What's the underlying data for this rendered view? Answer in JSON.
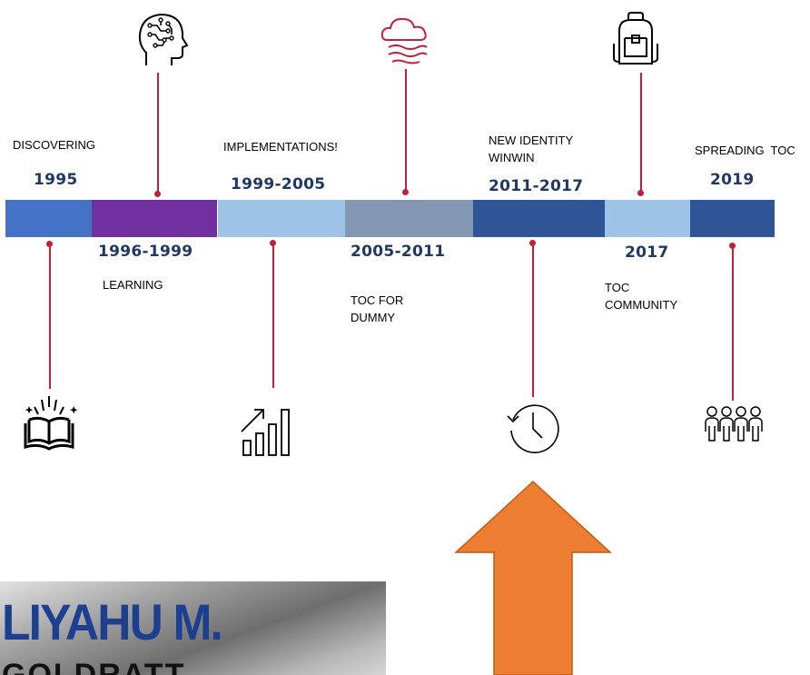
{
  "timeline": {
    "segments": [
      {
        "color": "#4472c4"
      },
      {
        "color": "#7030a0"
      },
      {
        "color": "#9dc3e6"
      },
      {
        "color": "#8497b0"
      },
      {
        "color": "#2f5597"
      },
      {
        "color": "#9dc3e6"
      },
      {
        "color": "#2f5597"
      }
    ],
    "milestones": [
      {
        "year": "1995",
        "label": "DISCOVERING",
        "icon": "open-book-icon"
      },
      {
        "year": "1996-1999",
        "label": "LEARNING",
        "icon": "head-brain-icon"
      },
      {
        "year": "1999-2005",
        "label": "IMPLEMENTATIONS!",
        "icon": "bar-chart-growth-icon"
      },
      {
        "year": "2005-2011",
        "label": "TOC FOR DUMMY",
        "label_line1": "TOC FOR",
        "label_line2": "DUMMY",
        "icon": "cloud-wind-icon"
      },
      {
        "year": "2011-2017",
        "label": "NEW IDENTITY WINWIN",
        "label_line1": "NEW IDENTITY",
        "label_line2": "WINWIN",
        "icon": "history-clock-icon"
      },
      {
        "year": "2017",
        "label": "TOC COMMUNITY",
        "label_line1": "TOC",
        "label_line2": "COMMUNITY",
        "icon": "backpack-icon"
      },
      {
        "year": "2019",
        "label": "SPREADING  TOC",
        "icon": "group-of-people-icon"
      }
    ],
    "accent_color": "#c0203a",
    "year_color": "#1f3864"
  },
  "arrow": {
    "color": "#ed7d31",
    "direction": "up"
  },
  "photo": {
    "title_line1": "LIYAHU M.",
    "title_line2": "GOLDRATT"
  }
}
